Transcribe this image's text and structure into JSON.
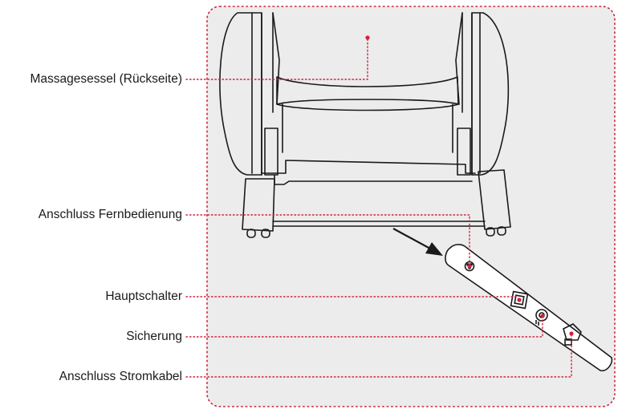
{
  "colors": {
    "accent": "#d0213c",
    "panel": "#ececec",
    "line": "#1a1a1a",
    "background": "#ffffff"
  },
  "labels": {
    "chair_back": "Massagesessel (Rückseite)",
    "remote_connection": "Anschluss Fernbedienung",
    "main_switch": "Hauptschalter",
    "fuse": "Sicherung",
    "power_cable_connection": "Anschluss Stromkabel"
  },
  "icons": {
    "remote_port": "round-connector-icon",
    "switch": "square-switch-icon",
    "fuse": "fuse-holder-icon",
    "power_port": "power-socket-icon",
    "arrow": "arrow-icon"
  }
}
